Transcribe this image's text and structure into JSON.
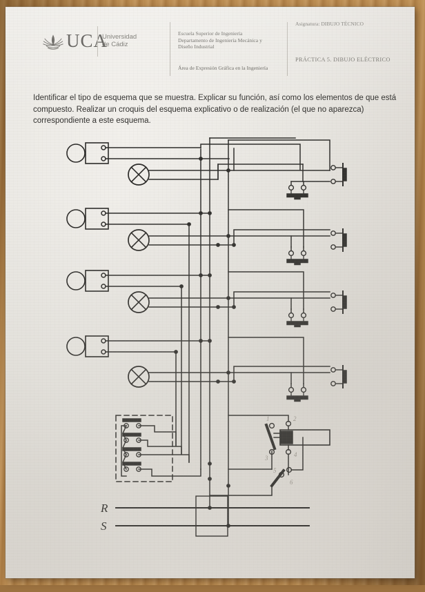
{
  "header": {
    "logo_alt": "UCA",
    "logo_text": "UCA",
    "university_line1": "Universidad",
    "university_line2": "de Cádiz",
    "school_line1": "Escuela Superior de Ingeniería",
    "school_line2": "Departamento de Ingeniería Mecánica y",
    "school_line3": "Diseño Industrial",
    "area": "Área de Expresión Gráfica en la Ingeniería",
    "subject": "Asignatura: DIBUJO TÉCNICO",
    "practice": "PRÁCTICA 5. DIBUJO ELÉCTRICO"
  },
  "statement": {
    "text": "Identificar el tipo de esquema que se muestra. Explicar su función, así como los elementos de que está compuesto. Realizar un croquis del esquema explicativo o de realización (el que no aparezca) correspondiente a este esquema."
  },
  "diagram": {
    "supply_labels": [
      "R",
      "S"
    ],
    "relay_pin_numbers": [
      "1",
      "2",
      "3",
      "4",
      "5",
      "6"
    ],
    "unit_count": 4,
    "unit_symbols": [
      "push-button",
      "signal-lamp",
      "terminal-pair",
      "bell"
    ],
    "terminal_block_rows": 4,
    "ink_color": "#2b2a28",
    "paper_color": "#e9e7e2",
    "desk_color": "#b4854c"
  }
}
